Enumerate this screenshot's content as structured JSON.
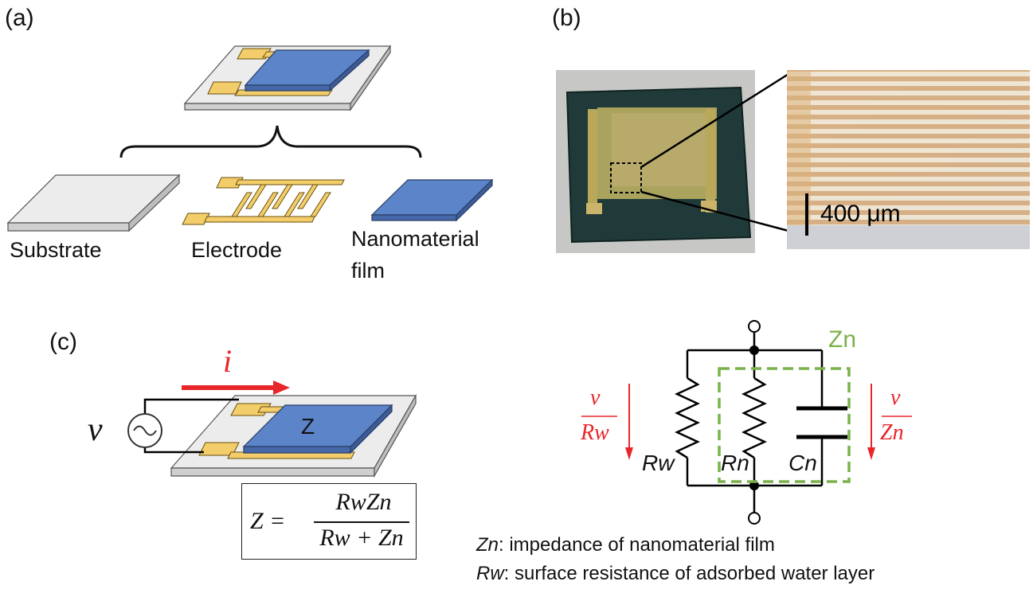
{
  "panels": {
    "a": {
      "label": "(a)",
      "substrate_label": "Substrate",
      "electrode_label": "Electrode",
      "film_label_line1": "Nanomaterial",
      "film_label_line2": "film"
    },
    "b": {
      "label": "(b)",
      "scale_bar_label": "400 μm"
    },
    "c": {
      "label": "(c)",
      "current_symbol": "i",
      "voltage_symbol": "v",
      "impedance_symbol": "Z",
      "formula": {
        "lhs": "Z =",
        "numerator": "RwZn",
        "denominator": "Rw + Zn"
      },
      "circuit": {
        "zn_label": "Zn",
        "rw_label": "Rw",
        "rn_label": "Rn",
        "cn_label": "Cn",
        "left_current": {
          "num": "v",
          "den": "Rw"
        },
        "right_current": {
          "num": "v",
          "den": "Zn"
        }
      },
      "legend": {
        "line1_symbol": "Zn",
        "line1_text": ": impedance of nanomaterial film",
        "line2_symbol": "Rw",
        "line2_text": ": surface resistance of adsorbed water layer"
      }
    }
  },
  "colors": {
    "film_blue": "#5b84c9",
    "electrode_gold": "#f2cd6a",
    "substrate_gray": "#ececec",
    "current_red": "#e8262a",
    "zn_green": "#7ab24a",
    "chip_dark": "#1f3a38",
    "microscope_bg": "#e6dfd2"
  }
}
